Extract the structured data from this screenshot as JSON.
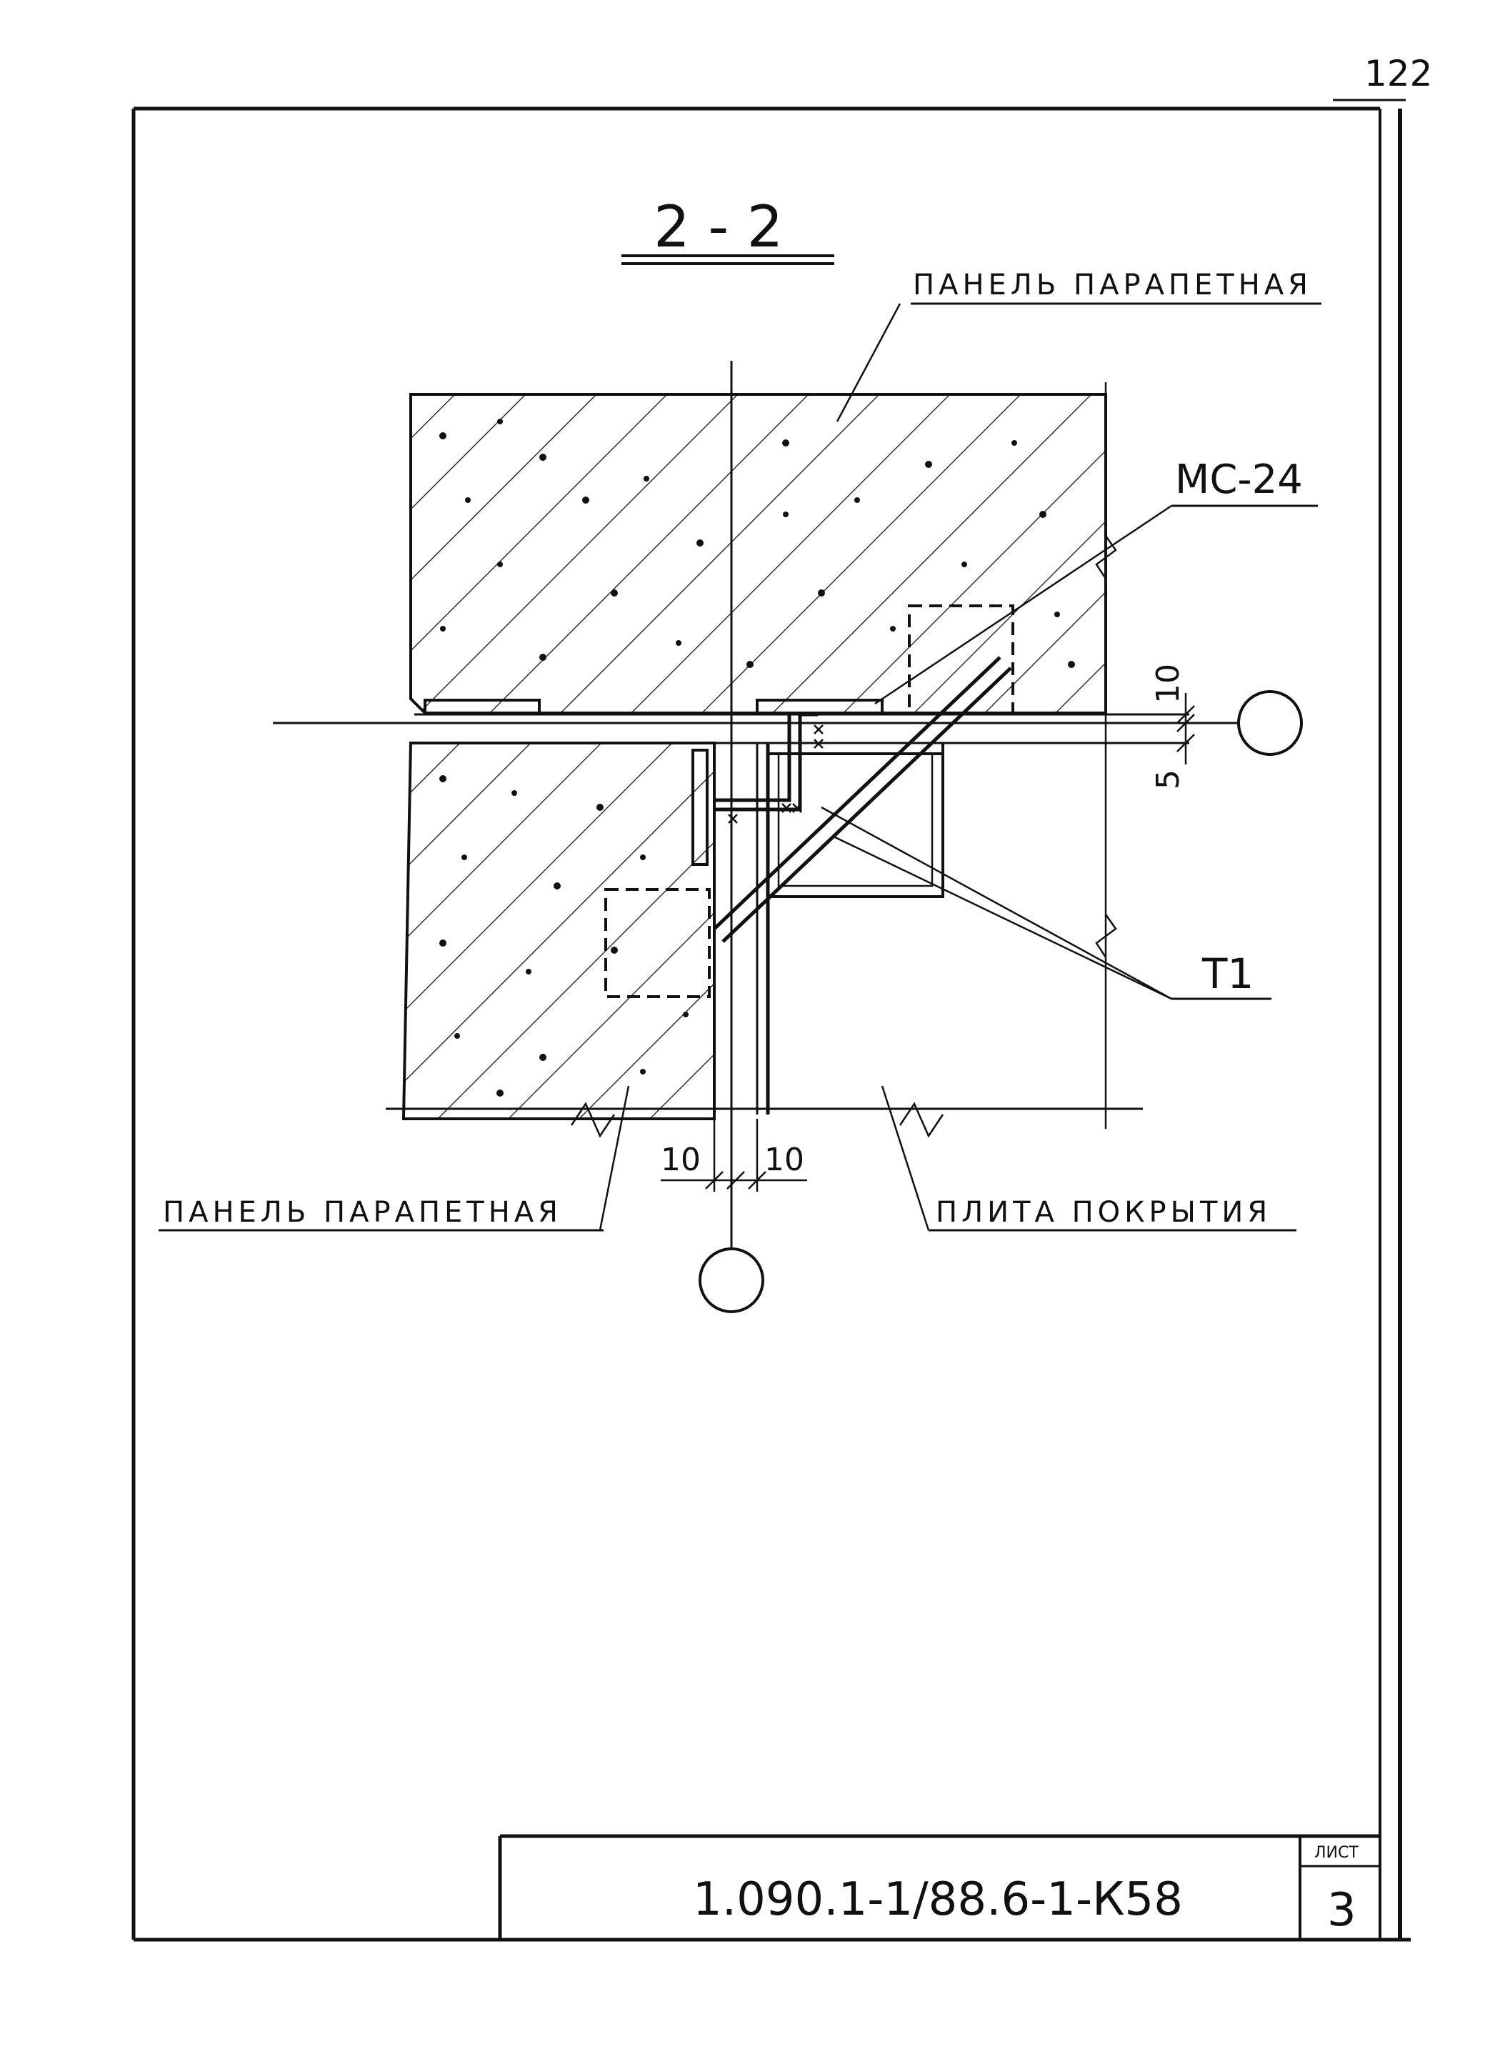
{
  "sheet": {
    "page_number": "122",
    "section_title": "2 - 2",
    "document_code": "1.090.1-1/88.6-1-К58",
    "sheet_label": "ЛИСТ",
    "sheet_number": "3"
  },
  "labels": {
    "panel_top": "ПАНЕЛЬ ПАРАПЕТНАЯ",
    "panel_bottom": "ПАНЕЛЬ ПАРАПЕТНАЯ",
    "roof_slab": "ПЛИТА ПОКРЫТИЯ",
    "part_mc24": "МС-24",
    "part_t1": "Т1"
  },
  "dimensions": {
    "gap_top": "10",
    "gap_bottom": "5",
    "left_offset": "10",
    "right_offset": "10"
  },
  "colors": {
    "ink": "#111111",
    "paper": "#ffffff"
  }
}
